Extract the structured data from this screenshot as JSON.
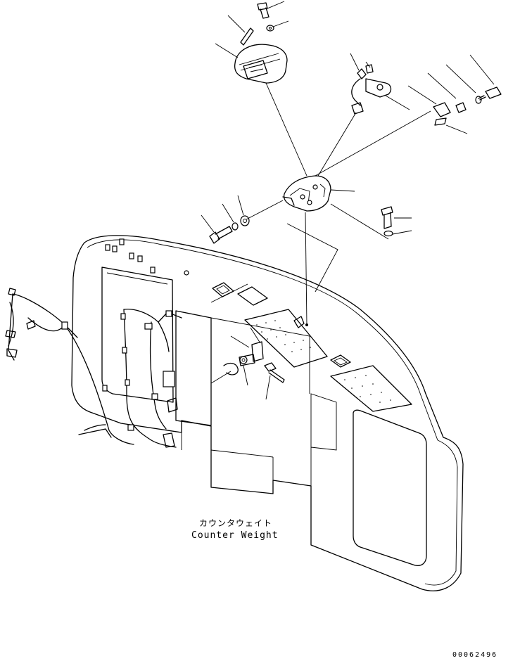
{
  "diagram": {
    "label_japanese": "カウンタウェイト",
    "label_english": "Counter Weight",
    "drawing_number": "00062496"
  }
}
